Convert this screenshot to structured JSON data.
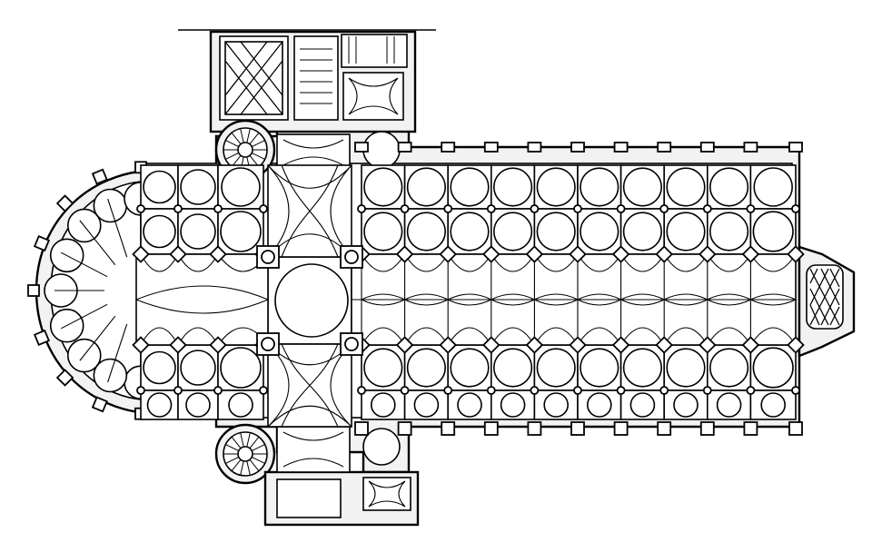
{
  "diagram": {
    "kind": "architectural-floor-plan",
    "colors": {
      "ink": "#000000",
      "paper": "#ffffff",
      "wall_fill": "#f2f2f2"
    },
    "parts": [
      "apse",
      "choir",
      "crossing",
      "nave",
      "north-aisle",
      "south-aisle",
      "transepts",
      "stair-turrets",
      "sacristy",
      "west-porch"
    ],
    "nave_bays": 10,
    "choir_bays": 3
  }
}
